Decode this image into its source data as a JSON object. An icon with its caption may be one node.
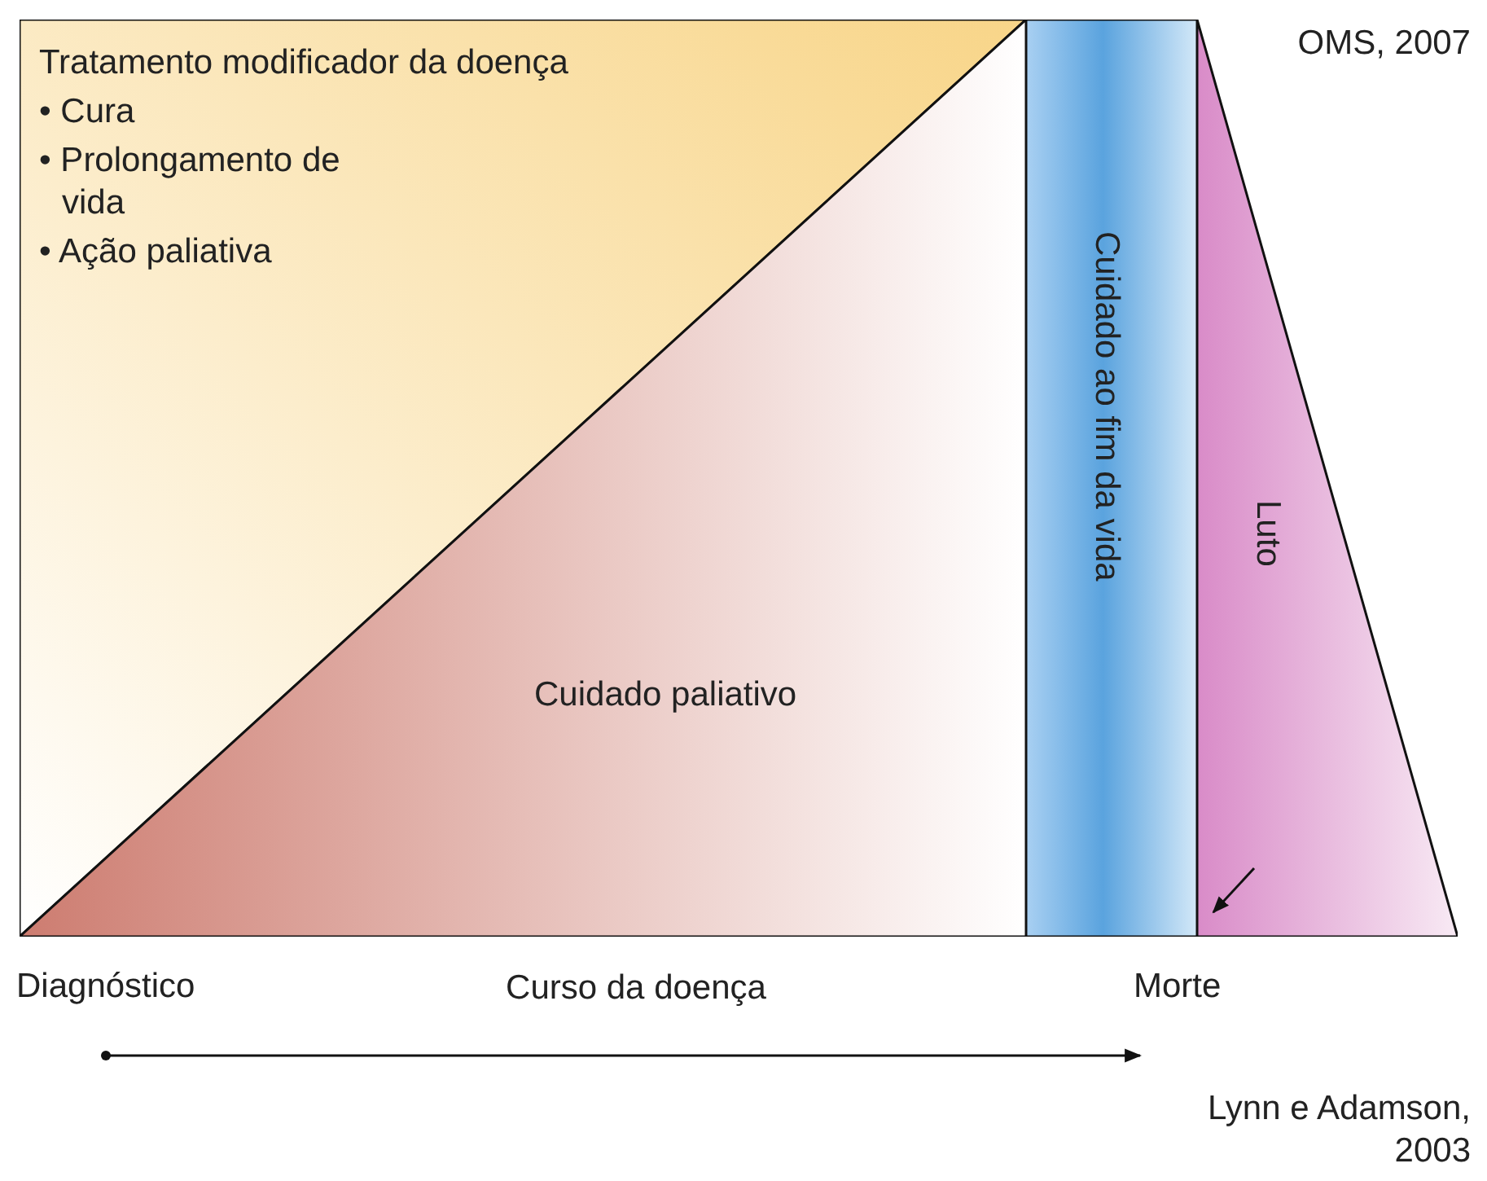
{
  "diagram": {
    "nodes": [
      {
        "text": [
          "Tratamento modificador da doença",
          "• Cura",
          "• Prolongamento de vida",
          "• Ação paliativa"
        ]
      },
      {
        "text": [
          "Cuidado paliativo"
        ]
      },
      {
        "text": [
          "Cuidado ao fim da vida"
        ]
      },
      {
        "text": [
          "Luto"
        ]
      },
      {
        "text": [
          "Diagnóstico"
        ]
      },
      {
        "text": [
          "Morte"
        ]
      }
    ],
    "edges": [
      {
        "from": null,
        "to": 3,
        "arrow": "to"
      },
      {
        "from": 4,
        "to": 5,
        "arrow": "to",
        "label": "Curso da doença"
      }
    ],
    "labels": [
      "OMS, 2007",
      "Lynn e Adamson, 2003"
    ]
  }
}
